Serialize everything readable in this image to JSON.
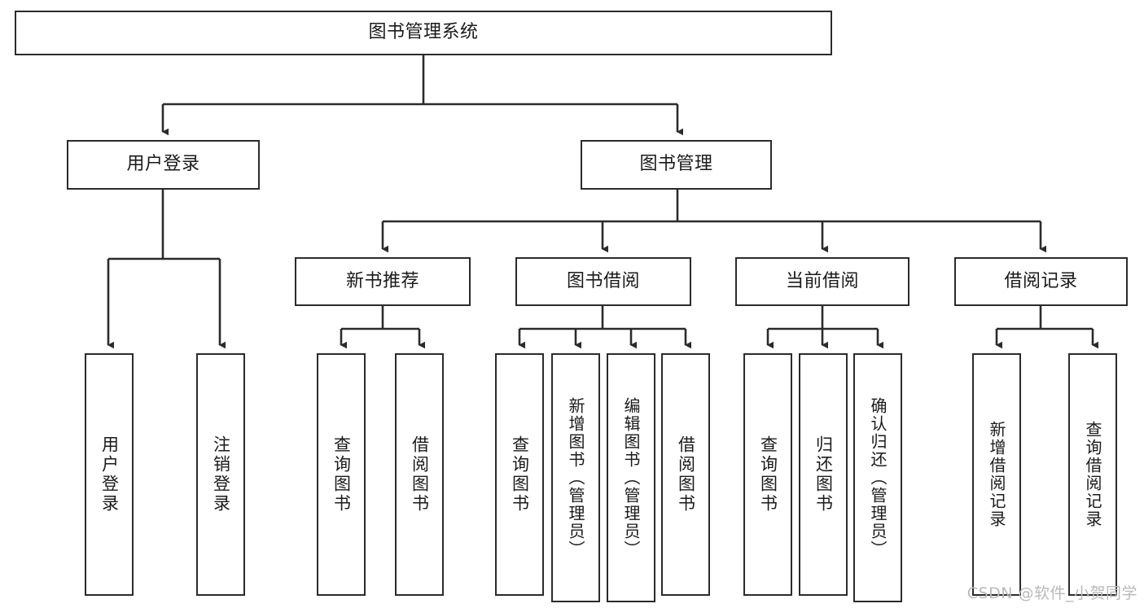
{
  "diagram": {
    "type": "tree-hierarchy-chart",
    "title": "图书管理系统",
    "orientation": "top-down",
    "edge_style": "orthogonal-with-arrowheads",
    "colors": {
      "box_border": "#2b2b2b",
      "box_fill": "#ffffff",
      "edge": "#2b2b2b",
      "text": "#1a1a1a",
      "watermark": "#b9b9b9",
      "background": "#ffffff"
    },
    "levels": [
      {
        "level": 0,
        "nodes": [
          {
            "id": "root",
            "label": "图书管理系统",
            "text_dir": "horizontal"
          }
        ]
      },
      {
        "level": 1,
        "nodes": [
          {
            "id": "login",
            "label": "用户登录",
            "text_dir": "horizontal",
            "parent": "root"
          },
          {
            "id": "bookmgmt",
            "label": "图书管理",
            "text_dir": "horizontal",
            "parent": "root"
          }
        ]
      },
      {
        "level": 2,
        "nodes": [
          {
            "id": "newbook",
            "label": "新书推荐",
            "text_dir": "horizontal",
            "parent": "bookmgmt"
          },
          {
            "id": "borrow",
            "label": "图书借阅",
            "text_dir": "horizontal",
            "parent": "bookmgmt"
          },
          {
            "id": "current",
            "label": "当前借阅",
            "text_dir": "horizontal",
            "parent": "bookmgmt"
          },
          {
            "id": "records",
            "label": "借阅记录",
            "text_dir": "horizontal",
            "parent": "bookmgmt"
          }
        ]
      },
      {
        "level": 3,
        "nodes": [
          {
            "id": "leaf1",
            "label": "用户登录",
            "text_dir": "vertical",
            "parent": "login"
          },
          {
            "id": "leaf2",
            "label": "注销登录",
            "text_dir": "vertical",
            "parent": "login"
          },
          {
            "id": "leaf3",
            "label": "查询图书",
            "text_dir": "vertical",
            "parent": "newbook"
          },
          {
            "id": "leaf4",
            "label": "借阅图书",
            "text_dir": "vertical",
            "parent": "newbook"
          },
          {
            "id": "leaf5",
            "label": "查询图书",
            "text_dir": "vertical",
            "parent": "borrow"
          },
          {
            "id": "leaf6",
            "label": "新增图书（管理员）",
            "text_dir": "vertical",
            "parent": "borrow"
          },
          {
            "id": "leaf7",
            "label": "编辑图书（管理员）",
            "text_dir": "vertical",
            "parent": "borrow"
          },
          {
            "id": "leaf8",
            "label": "借阅图书",
            "text_dir": "vertical",
            "parent": "borrow"
          },
          {
            "id": "leaf9",
            "label": "查询图书",
            "text_dir": "vertical",
            "parent": "current"
          },
          {
            "id": "leaf10",
            "label": "归还图书",
            "text_dir": "vertical",
            "parent": "current"
          },
          {
            "id": "leaf11",
            "label": "确认归还（管理员）",
            "text_dir": "vertical",
            "parent": "current"
          },
          {
            "id": "leaf12",
            "label": "新增借阅记录",
            "text_dir": "vertical",
            "parent": "records"
          },
          {
            "id": "leaf13",
            "label": "查询借阅记录",
            "text_dir": "vertical",
            "parent": "records"
          }
        ]
      }
    ]
  },
  "watermark": {
    "text": "CSDN @软件_小贺同学"
  }
}
